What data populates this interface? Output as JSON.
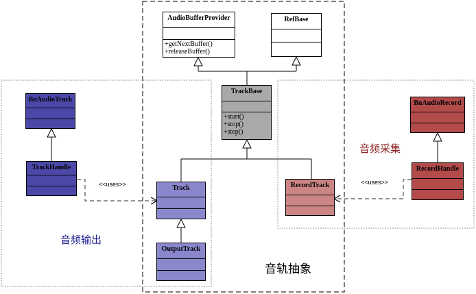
{
  "classes": {
    "audio_buffer_provider": {
      "name": "AudioBufferProvider",
      "ops": [
        "+getNextBuffer()",
        "+releaseBuffer()"
      ]
    },
    "ref_base": {
      "name": "RefBase"
    },
    "track_base": {
      "name": "TrackBase",
      "ops": [
        "+start()",
        "+stop()",
        "+step()"
      ]
    },
    "bn_audio_track": {
      "name": "BnAudioTrack"
    },
    "track_handle": {
      "name": "TrackHandle"
    },
    "track": {
      "name": "Track"
    },
    "output_track": {
      "name": "OutputTrack"
    },
    "record_track": {
      "name": "RecordTrack"
    },
    "bn_audio_record": {
      "name": "BnAudioRecord"
    },
    "record_handle": {
      "name": "RecordHandle"
    }
  },
  "labels": {
    "uses_left": "<<uses>>",
    "uses_right": "<<uses>>",
    "audio_output": "音频输出",
    "audio_capture": "音频采集",
    "track_abstraction": "音轨抽象"
  },
  "colors": {
    "blue_dark": "#4b48a8",
    "blue_light": "#8b87cc",
    "gray": "#a9a9a9",
    "red_dark": "#b34b4b",
    "red_light": "#cc8585",
    "text_blue": "#1f1f8f",
    "text_red": "#8b1f1f"
  }
}
